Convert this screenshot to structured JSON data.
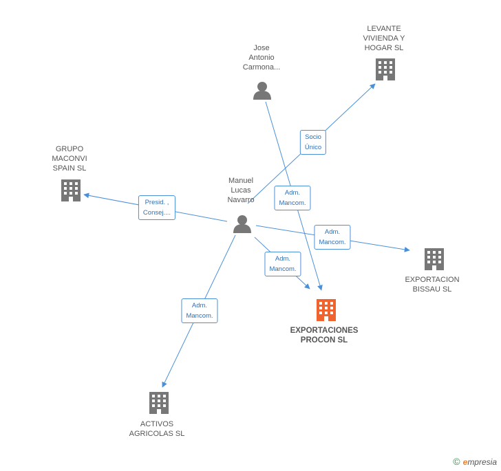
{
  "nodes": {
    "jose": {
      "label": "Jose\nAntonio\nCarmona..."
    },
    "manuel": {
      "label": "Manuel\nLucas\nNavarro"
    },
    "levante": {
      "label": "LEVANTE\nVIVIENDA Y\nHOGAR SL"
    },
    "grupo": {
      "label": "GRUPO\nMACONVI\nSPAIN SL"
    },
    "bissau": {
      "label": "EXPORTACION\nBISSAU SL"
    },
    "procon": {
      "label": "EXPORTACIONES\nPROCON SL"
    },
    "activos": {
      "label": "ACTIVOS\nAGRICOLAS SL"
    }
  },
  "edges": {
    "socio_unico": "Socio\nÚnico",
    "presid": "Presid. ,\nConsej....",
    "adm_jose": "Adm.\nMancom.",
    "adm_bissau": "Adm.\nMancom.",
    "adm_procon": "Adm.\nMancom.",
    "adm_activos": "Adm.\nMancom."
  },
  "colors": {
    "edge": "#4a90d9",
    "icon_gray": "#777777",
    "icon_main": "#f0622e"
  },
  "footer": {
    "copyright": "©",
    "brand_e": "e",
    "brand_rest": "mpresia"
  }
}
